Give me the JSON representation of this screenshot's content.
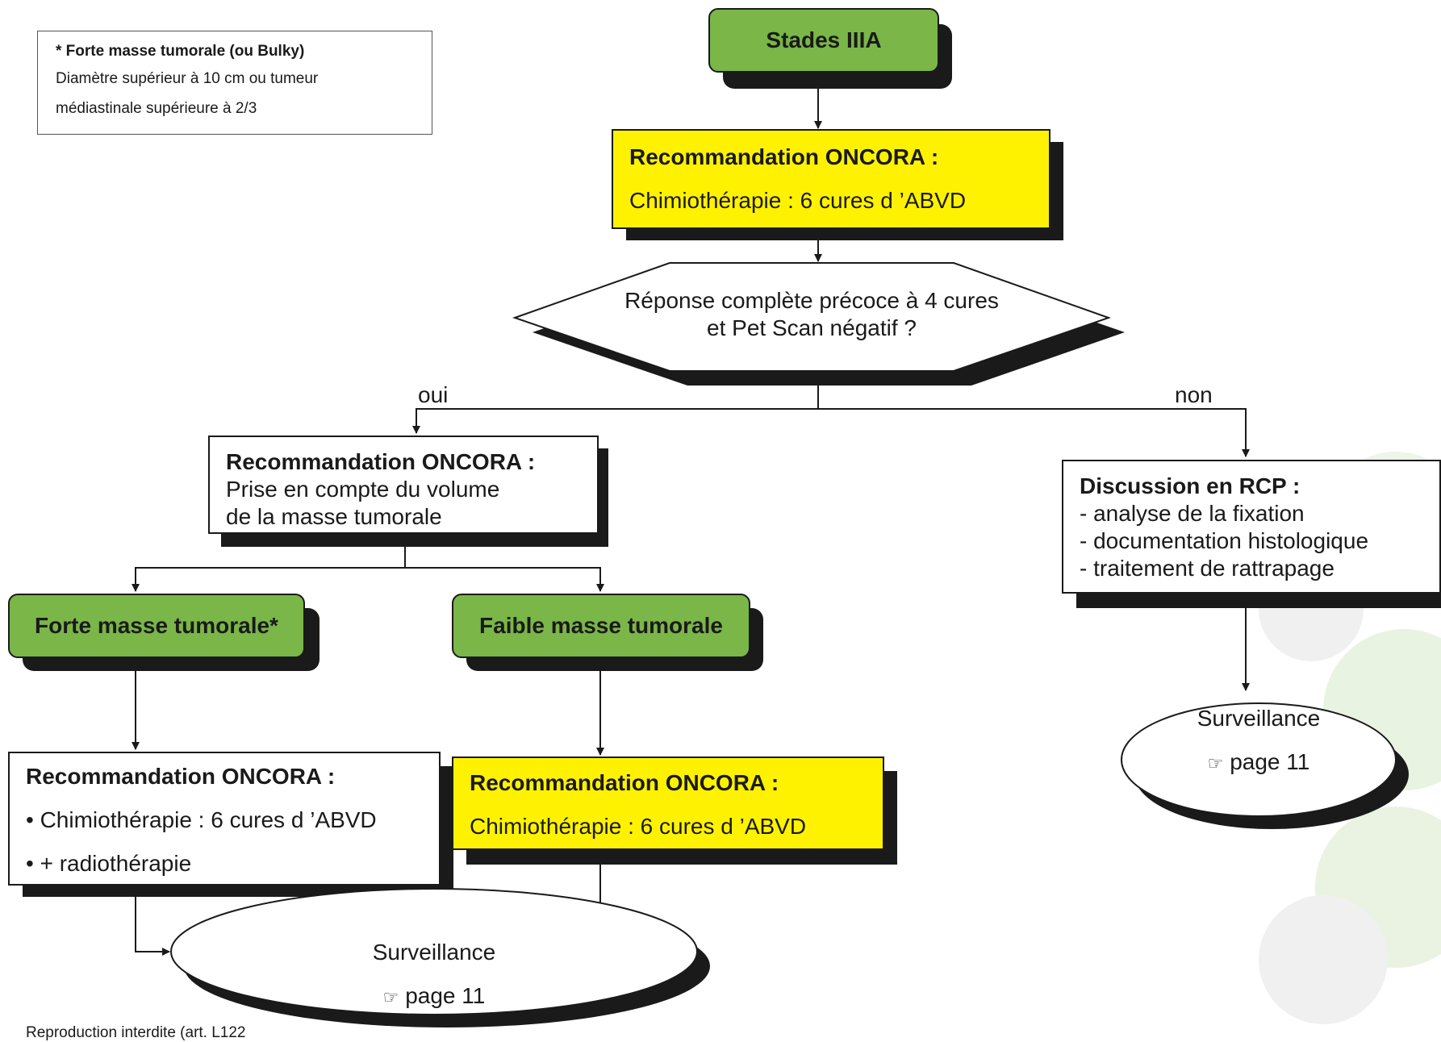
{
  "note": {
    "title": "* Forte masse tumorale (ou Bulky)",
    "line1": "Diamètre supérieur à 10 cm ou tumeur",
    "line2": "médiastinale supérieure à 2/3"
  },
  "stage": {
    "label": "Stades IIIA"
  },
  "reco_top": {
    "title": "Recommandation ONCORA :",
    "text": "Chimiothérapie : 6 cures d ’ABVD"
  },
  "decision": {
    "line1": "Réponse complète précoce à 4 cures",
    "line2": "et Pet Scan négatif ?"
  },
  "branches": {
    "yes": "oui",
    "no": "non"
  },
  "reco_volume": {
    "title": "Recommandation ONCORA :",
    "line1": "Prise en compte du volume",
    "line2": "de la masse tumorale"
  },
  "forte": {
    "label": "Forte masse tumorale*"
  },
  "faible": {
    "label": "Faible masse tumorale"
  },
  "reco_forte": {
    "title": "Recommandation ONCORA :",
    "line1": "• Chimiothérapie : 6 cures d ’ABVD",
    "line2": "• + radiothérapie"
  },
  "reco_faible": {
    "title": "Recommandation ONCORA :",
    "text": "Chimiothérapie : 6 cures d ’ABVD"
  },
  "rcp": {
    "title": "Discussion en RCP :",
    "item1": "- analyse de la fixation",
    "item2": "- documentation histologique",
    "item3": "- traitement de rattrapage"
  },
  "surv_right": {
    "title": "Surveillance",
    "page_icon": "pointing-hand-icon",
    "page": "page 11"
  },
  "surv_bottom": {
    "title": "Surveillance",
    "page_icon": "pointing-hand-icon",
    "page": "page 11"
  },
  "footer": {
    "text": "Reproduction interdite (art. L122"
  },
  "colors": {
    "green": "#7ab648",
    "yellow": "#fff200",
    "shadow": "#1a1a1a"
  }
}
